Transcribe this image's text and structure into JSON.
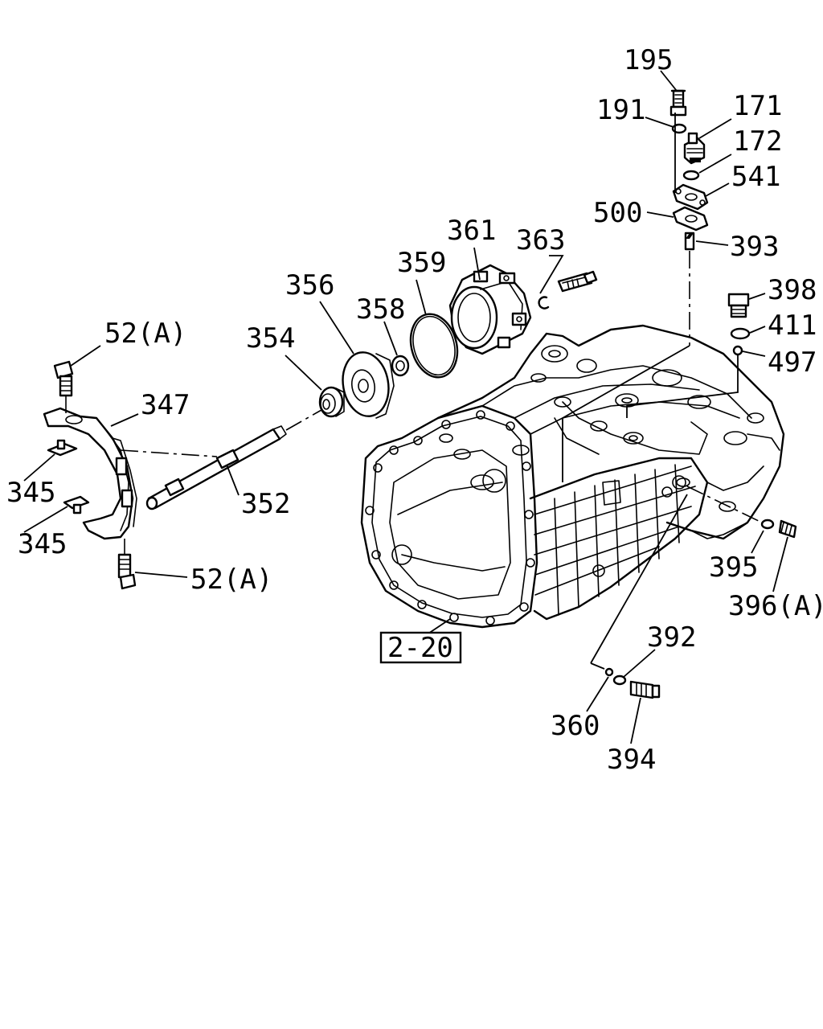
{
  "labels": {
    "p195": "195",
    "p191": "191",
    "p171": "171",
    "p172": "172",
    "p541": "541",
    "p500": "500",
    "p393": "393",
    "p398": "398",
    "p411": "411",
    "p497": "497",
    "p361": "361",
    "p363": "363",
    "p359": "359",
    "p356": "356",
    "p358": "358",
    "p354": "354",
    "p52a_top": "52(A)",
    "p347": "347",
    "p345_a": "345",
    "p345_b": "345",
    "p352": "352",
    "p52a_bottom": "52(A)",
    "p395": "395",
    "p396a": "396(A)",
    "p392": "392",
    "p360": "360",
    "p394": "394"
  },
  "reference": {
    "figure_ref": "2-20"
  }
}
